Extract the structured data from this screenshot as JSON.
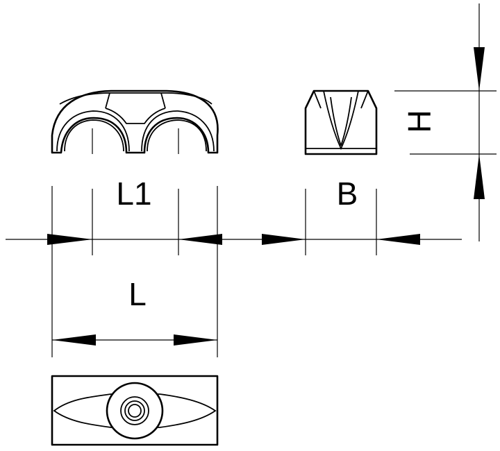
{
  "dimensions": {
    "l1_label": "L1",
    "l_label": "L",
    "b_label": "B",
    "h_label": "H"
  },
  "colors": {
    "line": "#000000",
    "background": "#ffffff"
  }
}
